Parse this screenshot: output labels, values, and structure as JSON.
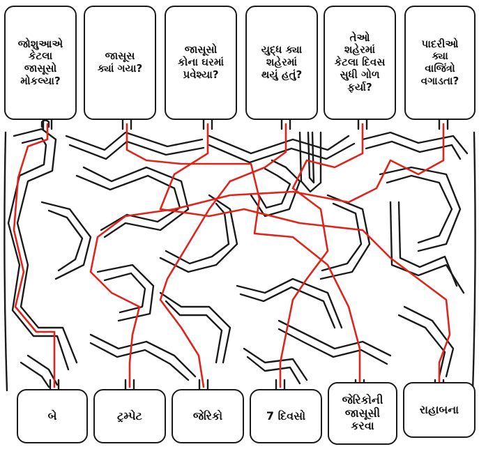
{
  "questions": [
    {
      "text": "જોશુઆએ\nકેટલા\nજાસૂસો\nમોકલ્યા?"
    },
    {
      "text": "જાસૂસ\nક્યાં ગયા?"
    },
    {
      "text": "જાસૂસો\nકોના ઘરમાં\nપ્રવેશ્યા?"
    },
    {
      "text": "યુદ્ધ ક્યા\nશહેરમાં\nથયું હતું?"
    },
    {
      "text": "તેઓ\nશહેરમાં\nકેટલા દિવસ\nસુધી ગોળ\nફર્યા?"
    },
    {
      "text": "પાદરીઓ\nક્યા\nવાજિંત્રો\nવગાડતા?"
    }
  ],
  "answers": [
    {
      "text": "બે"
    },
    {
      "text": "ટ્રમ્પેટ"
    },
    {
      "text": "જેરિકો"
    },
    {
      "text": "7 દિવસો"
    },
    {
      "text": "જેરિકોની\nજાસૂસી\nકરવા"
    },
    {
      "text": "રાહાબના"
    }
  ],
  "colors": {
    "maze_line": "#1a1a1a",
    "solution_path": "#e0241b"
  }
}
